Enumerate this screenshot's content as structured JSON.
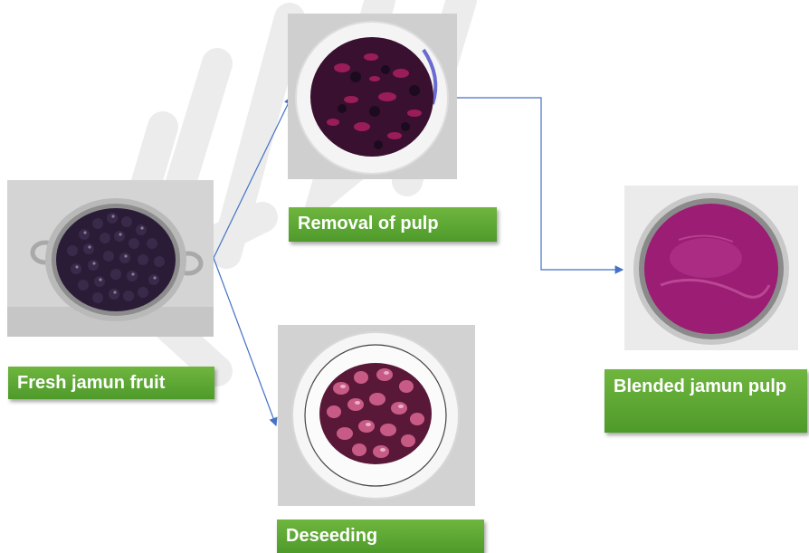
{
  "diagram": {
    "nodes": {
      "fresh": {
        "label": "Fresh jamun fruit"
      },
      "removal": {
        "label": "Removal of pulp"
      },
      "deseeding": {
        "label": "Deseeding"
      },
      "blended": {
        "label": "Blended jamun pulp"
      }
    },
    "edges": [
      {
        "from": "fresh",
        "to": "removal"
      },
      {
        "from": "fresh",
        "to": "deseeding"
      },
      {
        "from": "removal",
        "to": "blended"
      }
    ]
  },
  "colors": {
    "label_green": "#5aa732",
    "arrow": "#4472c4",
    "jamun_dark": "#2a1836",
    "pulp_purple": "#9b1d74"
  }
}
